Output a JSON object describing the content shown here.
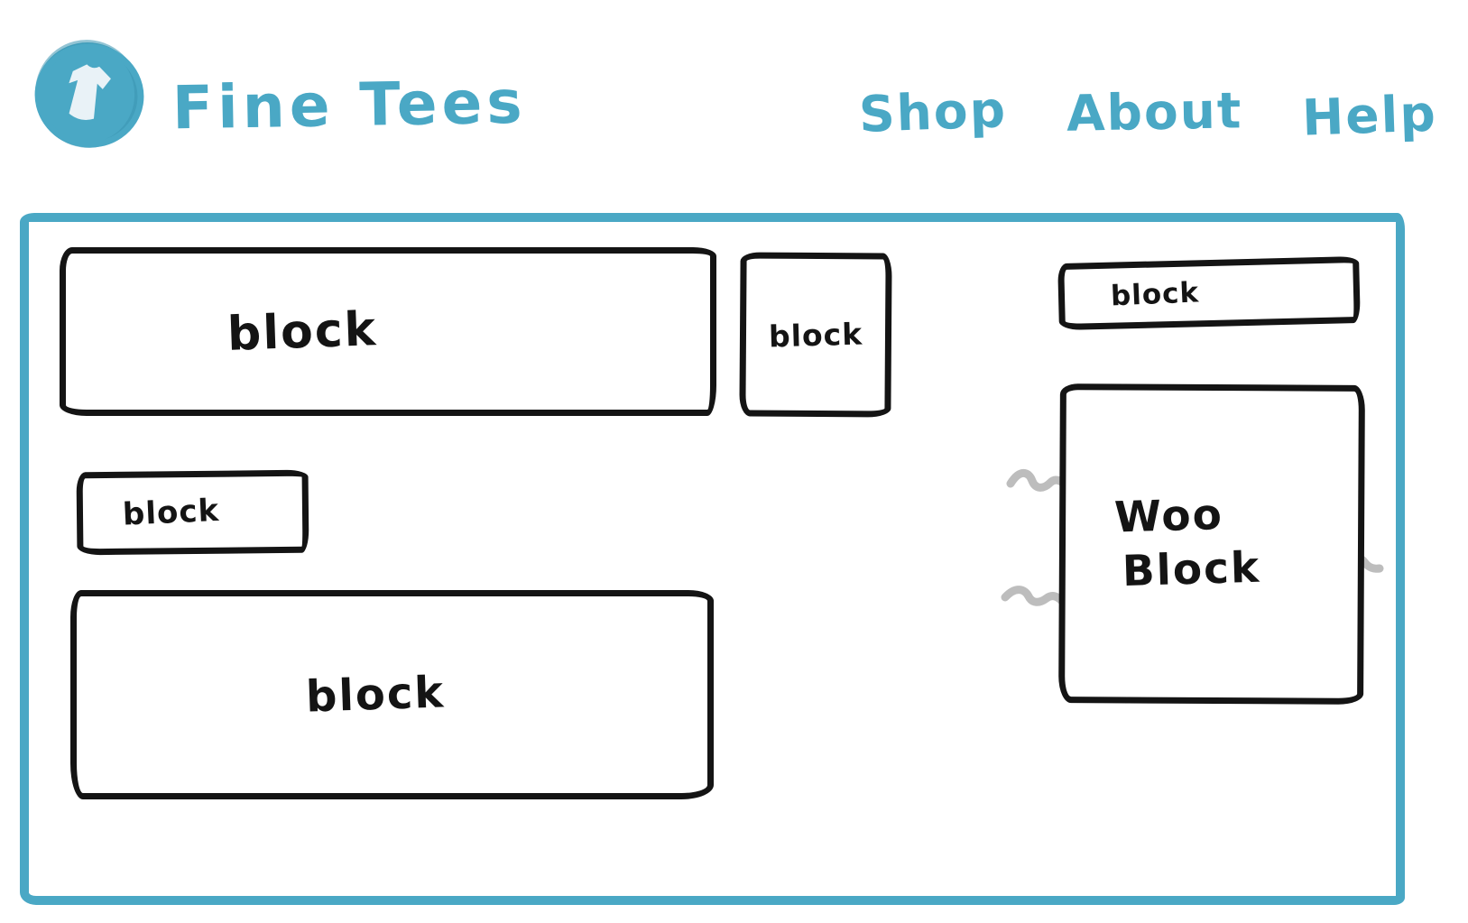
{
  "brand": {
    "name": "Fine Tees",
    "logo_icon": "tshirt-icon"
  },
  "nav": {
    "items": [
      {
        "label": "Shop"
      },
      {
        "label": "About"
      },
      {
        "label": "Help"
      }
    ]
  },
  "canvas": {
    "blocks": {
      "hero": {
        "label": "block"
      },
      "square": {
        "label": "block"
      },
      "banner": {
        "label": "block"
      },
      "feature": {
        "label": "block"
      },
      "footer": {
        "label": "block"
      },
      "woo": {
        "line1": "Woo",
        "line2": "Block"
      }
    }
  },
  "colors": {
    "accent": "#4AA8C5",
    "ink": "#141414",
    "squiggle": "#BDBDBD",
    "logo_shirt": "#E9F2F7"
  }
}
